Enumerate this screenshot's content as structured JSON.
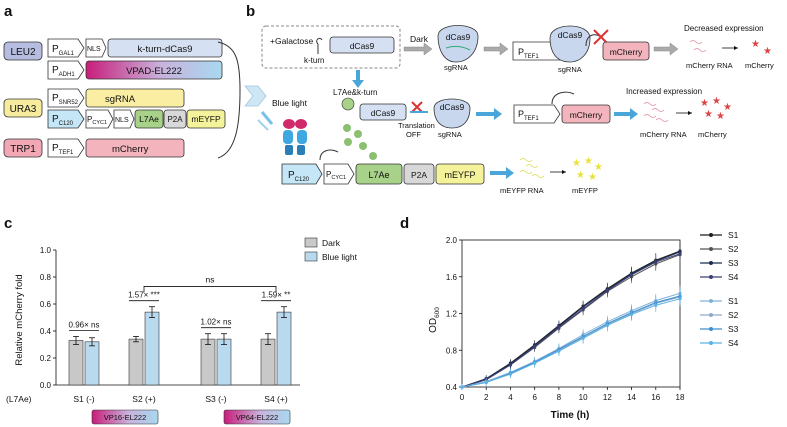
{
  "panels": {
    "a": "a",
    "b": "b",
    "c": "c",
    "d": "d"
  },
  "panel_a": {
    "rows": [
      {
        "marker": "LEU2",
        "promoter": "GAL1",
        "parts": [
          "NLS",
          "k-turn-dCas9"
        ]
      },
      {
        "marker": "",
        "promoter": "ADH1",
        "parts": [
          "VPAD-EL222"
        ]
      },
      {
        "marker": "URA3",
        "promoter": "SNR52",
        "parts": [
          "sgRNA"
        ]
      },
      {
        "marker": "",
        "promoter": "C120",
        "parts": [
          "CYC1",
          "NLS",
          "L7Ae",
          "P2A",
          "mEYFP"
        ]
      },
      {
        "marker": "TRP1",
        "promoter": "TEF1",
        "parts": [
          "mCherry"
        ]
      }
    ],
    "promoter_letter": "P"
  },
  "panel_b": {
    "galactose": "+Galactose",
    "k_turn": "k-turn",
    "dcas9": "dCas9",
    "dark": "Dark",
    "sgrna": "sgRNA",
    "tef1": "TEF1",
    "mcherry": "mCherry",
    "decreased": "Decreased expression",
    "increased": "Increased expression",
    "mcherry_rna": "mCherry RNA",
    "l7ae_kturn": "L7Ae&k-turn",
    "translation_off": "Translation\nOFF",
    "blue_light": "Blue light",
    "c120": "C120",
    "cyc1": "CYC1",
    "l7ae": "L7Ae",
    "p2a": "P2A",
    "meyfp": "mEYFP",
    "meyfp_rna": "mEYFP RNA"
  },
  "chart_data": [
    {
      "type": "bar",
      "ylabel": "Relative mCherry fold",
      "ylim": [
        0,
        1.0
      ],
      "yticks": [
        "0.0",
        "0.2",
        "0.4",
        "0.6",
        "0.8",
        "1.0"
      ],
      "row_label": "(L7Ae)",
      "categories": [
        "S1 (-)",
        "S2 (+)",
        "S3 (-)",
        "S4 (+)"
      ],
      "series": [
        {
          "name": "Dark",
          "color": "#c8c8c8",
          "values": [
            0.33,
            0.34,
            0.34,
            0.34
          ],
          "errors": [
            0.03,
            0.02,
            0.04,
            0.04
          ]
        },
        {
          "name": "Blue light",
          "color": "#b9d9ef",
          "values": [
            0.32,
            0.54,
            0.34,
            0.54
          ],
          "errors": [
            0.03,
            0.04,
            0.04,
            0.04
          ]
        }
      ],
      "annotations": [
        "0.96× ns",
        "1.57× ***",
        "1.02× ns",
        "1.59× **"
      ],
      "bracket_label": "ns",
      "groups": [
        "VP16-EL222",
        "VP64-EL222"
      ]
    },
    {
      "type": "line",
      "xlabel": "Time (h)",
      "ylabel_main": "OD",
      "ylabel_sub": "600",
      "xlim": [
        0,
        18
      ],
      "ylim": [
        0.4,
        2.0
      ],
      "xticks": [
        "0",
        "2",
        "4",
        "6",
        "8",
        "10",
        "12",
        "14",
        "16",
        "18"
      ],
      "yticks": [
        "0.4",
        "0.8",
        "1.2",
        "1.6",
        "2.0"
      ],
      "x": [
        0,
        2,
        4,
        6,
        8,
        10,
        12,
        14,
        16,
        18
      ],
      "series": [
        {
          "name": "S1",
          "color": "#1f1f1f",
          "values": [
            0.4,
            0.49,
            0.66,
            0.86,
            1.07,
            1.28,
            1.47,
            1.64,
            1.78,
            1.88
          ]
        },
        {
          "name": "S2",
          "color": "#555555",
          "values": [
            0.4,
            0.48,
            0.64,
            0.83,
            1.04,
            1.24,
            1.44,
            1.6,
            1.74,
            1.84
          ]
        },
        {
          "name": "S3",
          "color": "#1b2d4f",
          "values": [
            0.4,
            0.49,
            0.65,
            0.85,
            1.06,
            1.27,
            1.46,
            1.63,
            1.77,
            1.87
          ]
        },
        {
          "name": "S4",
          "color": "#3d3f78",
          "values": [
            0.4,
            0.48,
            0.64,
            0.84,
            1.05,
            1.25,
            1.45,
            1.62,
            1.76,
            1.85
          ]
        },
        {
          "name": "S1",
          "color": "#7fb3d9",
          "values": [
            0.4,
            0.46,
            0.56,
            0.68,
            0.82,
            0.97,
            1.11,
            1.23,
            1.34,
            1.42
          ]
        },
        {
          "name": "S2",
          "color": "#8fa9c9",
          "values": [
            0.4,
            0.45,
            0.55,
            0.66,
            0.8,
            0.94,
            1.08,
            1.2,
            1.31,
            1.38
          ]
        },
        {
          "name": "S3",
          "color": "#3f8fd1",
          "values": [
            0.4,
            0.45,
            0.55,
            0.67,
            0.81,
            0.95,
            1.09,
            1.21,
            1.32,
            1.39
          ]
        },
        {
          "name": "S4",
          "color": "#5ab3e6",
          "values": [
            0.4,
            0.45,
            0.54,
            0.66,
            0.79,
            0.93,
            1.07,
            1.19,
            1.29,
            1.36
          ]
        }
      ]
    }
  ]
}
